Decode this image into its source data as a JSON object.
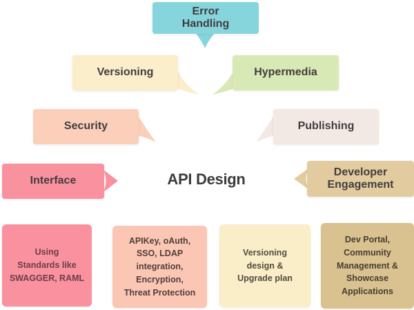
{
  "title": "API Design",
  "bubbles": [
    {
      "id": "error-handling",
      "label": "Error\nHandling",
      "bg": "#86d5dc"
    },
    {
      "id": "versioning",
      "label": "Versioning",
      "bg": "#faeecb"
    },
    {
      "id": "hypermedia",
      "label": "Hypermedia",
      "bg": "#d8e9b5"
    },
    {
      "id": "security",
      "label": "Security",
      "bg": "#fbcfba"
    },
    {
      "id": "publishing",
      "label": "Publishing",
      "bg": "#f2e8e4"
    },
    {
      "id": "interface",
      "label": "Interface",
      "bg": "#f9919f"
    },
    {
      "id": "developer-engagement",
      "label": "Developer\nEngagement",
      "bg": "#e2cb9e"
    }
  ],
  "detail_boxes": [
    {
      "id": "interface-details",
      "label": "Using\nStandards like\nSWAGGER, RAML",
      "bg": "#f9919f",
      "text_color": "#6e3d47"
    },
    {
      "id": "security-details",
      "label": "APIKey, oAuth,\nSSO, LDAP\nintegration,\nEncryption,\nThreat Protection",
      "bg": "#fbc7b4",
      "text_color": "#503e3b"
    },
    {
      "id": "versioning-details",
      "label": "Versioning\ndesign &\nUpgrade plan",
      "bg": "#faeec9",
      "text_color": "#514b3e"
    },
    {
      "id": "developer-engagement-details",
      "label": "Dev Portal,\nCommunity\nManagement &\nShowcase\nApplications",
      "bg": "#d9c190",
      "text_color": "#463e30"
    }
  ],
  "colors": {
    "background": "#ffffff",
    "text_dark": "#413d3f"
  }
}
